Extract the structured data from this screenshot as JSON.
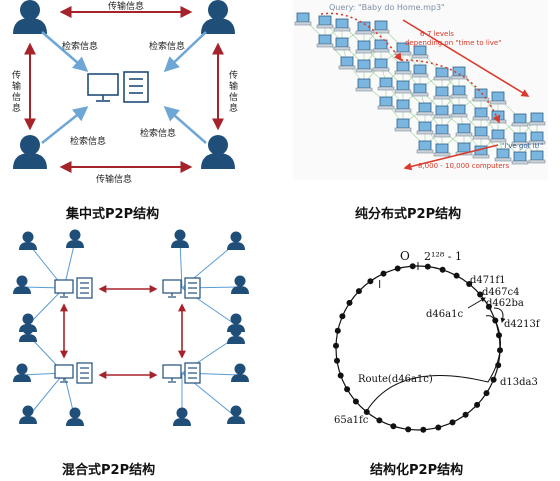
{
  "captions": {
    "centralized": "集中式P2P结构",
    "pure_distributed": "纯分布式P2P结构",
    "hybrid": "混合式P2P结构",
    "structured": "结构化P2P结构"
  },
  "centralized": {
    "transfer_label": "传输信息",
    "search_label": "检索信息"
  },
  "pure": {
    "query": "Query: \"Baby do Home.mp3\"",
    "levels_line1": "6-7 levels",
    "levels_line2": "depending on \"time to live\"",
    "got_it": "\"I've got it!\"",
    "computers": "8,000 - 10,000 computers"
  },
  "ring": {
    "zero": "O",
    "max": "2¹²⁸ - 1",
    "n1": "d471f1",
    "n2": "d467c4",
    "n3": "d462ba",
    "n4": "d46a1c",
    "n5": "d4213f",
    "n6": "d13da3",
    "route": "Route(d46a1c)",
    "n7": "65a1fc"
  },
  "colors": {
    "person": "#1f4e79",
    "arrow_red": "#a5232b",
    "arrow_blue": "#6ea6d6",
    "link_blue": "#5b9bd5",
    "pure_red": "#d93a2b",
    "pure_green": "#3a9a3a"
  }
}
